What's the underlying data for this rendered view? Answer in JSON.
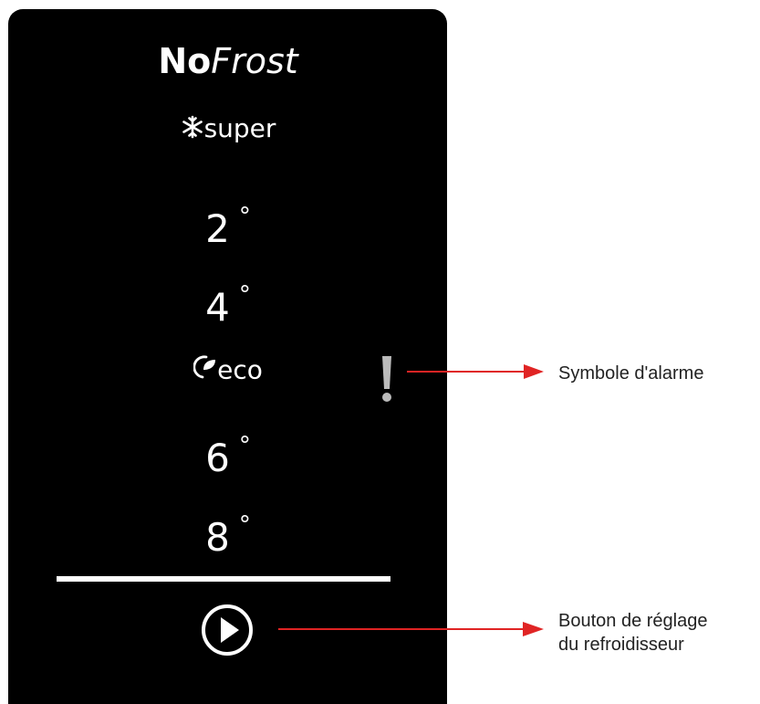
{
  "brand": {
    "bold": "No",
    "italic": "Frost"
  },
  "modes": {
    "super": "super",
    "eco": "eco"
  },
  "temperatures": [
    {
      "value": "2",
      "unit": "°"
    },
    {
      "value": "4",
      "unit": "°"
    },
    {
      "value": "6",
      "unit": "°"
    },
    {
      "value": "8",
      "unit": "°"
    }
  ],
  "callouts": {
    "alarm": "Symbole d'alarme",
    "cooler_button_line1": "Bouton de réglage",
    "cooler_button_line2": "du refroidisseur"
  },
  "icons": {
    "snowflake": "snowflake-icon",
    "leaf": "eco-leaf-icon",
    "alarm": "exclamation-icon",
    "play": "play-circle-icon"
  },
  "colors": {
    "panel": "#000000",
    "display": "#ffffff",
    "alarm": "#bbbbbb",
    "arrow": "#e02424",
    "callout_text": "#222222"
  }
}
